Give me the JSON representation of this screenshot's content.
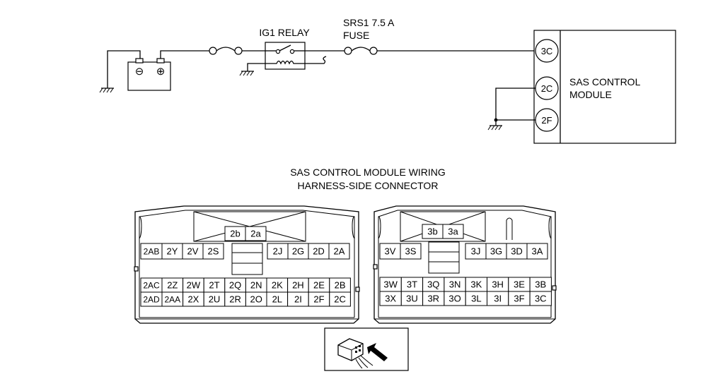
{
  "schematic": {
    "relay_label": "IG1 RELAY",
    "fuse_label_line1": "SRS1 7.5 A",
    "fuse_label_line2": "FUSE",
    "module_label_line1": "SAS CONTROL",
    "module_label_line2": "MODULE",
    "terminals": [
      "3C",
      "2C",
      "2F"
    ],
    "battery_minus": "⊖",
    "battery_plus": "⊕"
  },
  "connector": {
    "title_line1": "SAS CONTROL MODULE WIRING",
    "title_line2": "HARNESS-SIDE CONNECTOR",
    "left": {
      "top": [
        "2b",
        "2a"
      ],
      "row1_left": [
        "2AB",
        "2Y",
        "2V",
        "2S"
      ],
      "row1_right": [
        "2J",
        "2G",
        "2D",
        "2A"
      ],
      "row2": [
        "2AC",
        "2Z",
        "2W",
        "2T",
        "2Q",
        "2N",
        "2K",
        "2H",
        "2E",
        "2B"
      ],
      "row3": [
        "2AD",
        "2AA",
        "2X",
        "2U",
        "2R",
        "2O",
        "2L",
        "2I",
        "2F",
        "2C"
      ]
    },
    "right": {
      "top": [
        "3b",
        "3a"
      ],
      "row1_left": [
        "3V",
        "3S"
      ],
      "row1_right": [
        "3J",
        "3G",
        "3D",
        "3A"
      ],
      "row2": [
        "3W",
        "3T",
        "3Q",
        "3N",
        "3K",
        "3H",
        "3E",
        "3B"
      ],
      "row3": [
        "3X",
        "3U",
        "3R",
        "3O",
        "3L",
        "3I",
        "3F",
        "3C"
      ]
    }
  }
}
